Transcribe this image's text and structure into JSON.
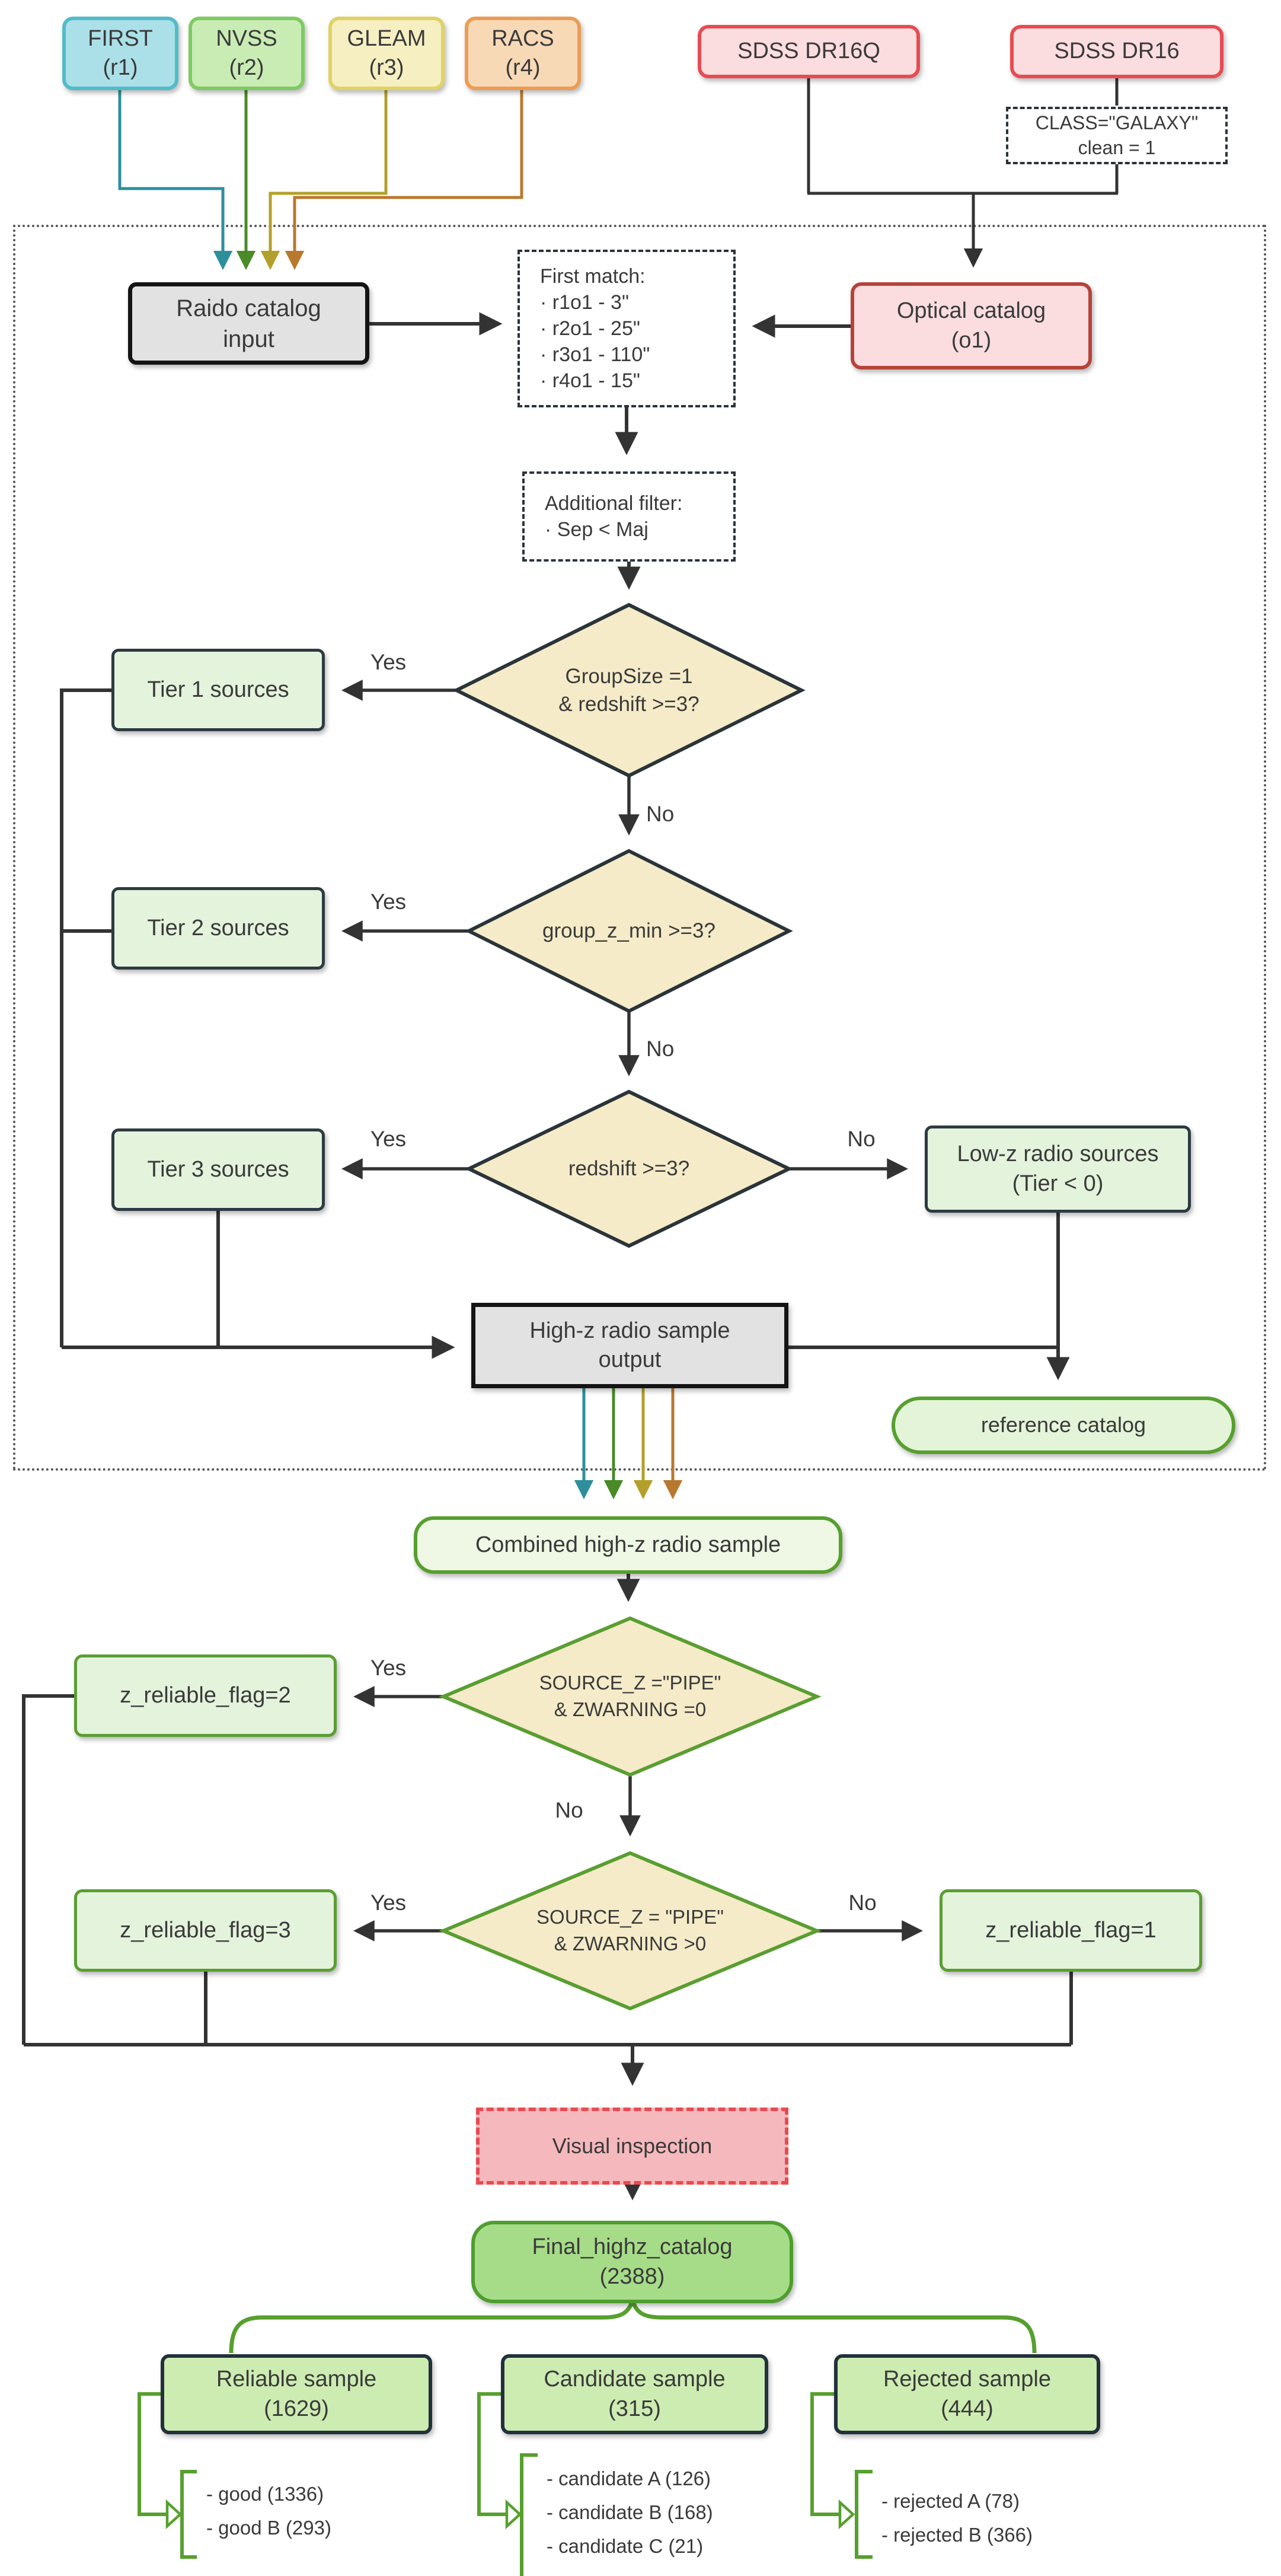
{
  "surveys": [
    {
      "label": "FIRST\n(r1)"
    },
    {
      "label": "NVSS\n(r2)"
    },
    {
      "label": "GLEAM\n(r3)"
    },
    {
      "label": "RACS\n(r4)"
    }
  ],
  "nodes": {
    "sdss_dr16q": "SDSS DR16Q",
    "sdss_dr16": "SDSS DR16",
    "class_filter": "CLASS=\"GALAXY\"\nclean = 1",
    "radio_input": "Raido catalog\ninput",
    "first_match": "First match:\n· r1o1 - 3\"\n· r2o1 - 25\"\n· r3o1 - 110\"\n· r4o1 - 15\"",
    "optical": "Optical catalog\n(o1)",
    "additional_filter": "Additional filter:\n· Sep < Maj",
    "decision1": "GroupSize =1\n& redshift >=3?",
    "tier1": "Tier 1 sources",
    "decision2": "group_z_min >=3?",
    "tier2": "Tier 2 sources",
    "decision3": "redshift >=3?",
    "tier3": "Tier 3 sources",
    "lowz": "Low-z radio sources\n(Tier < 0)",
    "highz_output": "High-z radio sample\noutput",
    "reference": "reference catalog",
    "combined": "Combined high-z radio sample",
    "decision4": "SOURCE_Z =\"PIPE\"\n& ZWARNING =0",
    "flag2": "z_reliable_flag=2",
    "decision5": "SOURCE_Z = \"PIPE\"\n& ZWARNING >0",
    "flag3": "z_reliable_flag=3",
    "flag1": "z_reliable_flag=1",
    "visual": "Visual inspection",
    "final": "Final_highz_catalog\n(2388)",
    "reliable": "Reliable sample\n(1629)",
    "candidate": "Candidate sample\n(315)",
    "rejected": "Rejected sample\n(444)",
    "reliable_list": "- good (1336)\n- good B (293)",
    "candidate_list": "- candidate A (126)\n- candidate B (168)\n- candidate C (21)",
    "rejected_list": "- rejected A (78)\n- rejected B (366)"
  },
  "edge_labels": {
    "yes": "Yes",
    "no": "No"
  },
  "colors": {
    "line_dark": "#333333",
    "line_teal": "#2e8f9c",
    "line_green": "#4a8a28",
    "line_olive": "#b3a02a",
    "line_orange": "#b8792e",
    "green_connector": "#56a02e",
    "diamond_fill": "#f5ebc8",
    "diamond_border_dark": "#2a3439",
    "diamond_border_green": "#5a9e32",
    "red_accent": "#e84b52"
  }
}
